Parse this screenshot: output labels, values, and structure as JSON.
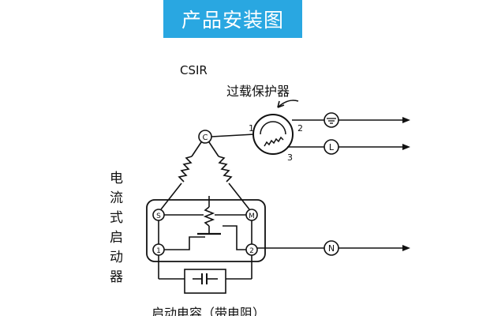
{
  "banner": {
    "title": "产品安装图",
    "color": "#29a7e1"
  },
  "diagram": {
    "circuit_type": "CSIR",
    "overload_protector": "过载保护器",
    "protector_terminals": [
      "1",
      "2",
      "3"
    ],
    "starter_label_chars": [
      "电",
      "流",
      "式",
      "启",
      "动",
      "器"
    ],
    "compressor_terminals": [
      "C",
      "S",
      "M"
    ],
    "relay_terminals": [
      "1",
      "2"
    ],
    "line_terminals": [
      "ground-symbol",
      "L",
      "N"
    ],
    "capacitor_label": "启动电容（带电阻）",
    "line_color": "#111111"
  }
}
